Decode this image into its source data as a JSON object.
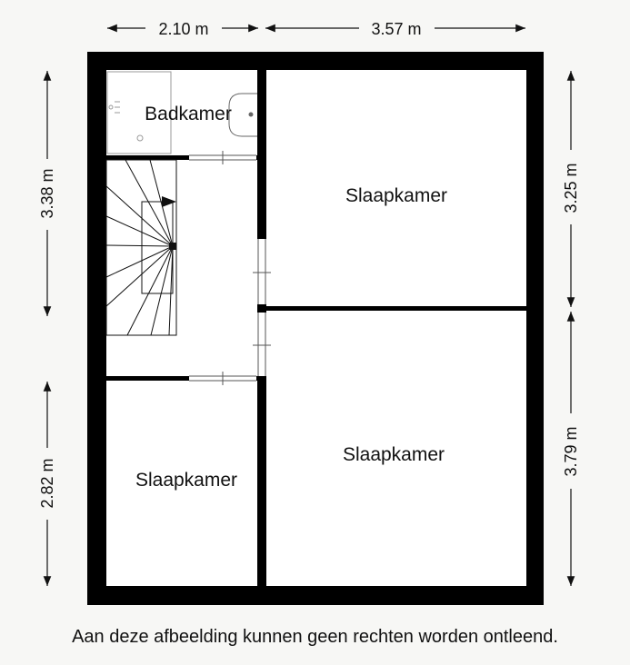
{
  "rooms": {
    "bathroom": "Badkamer",
    "bedroom_top_right": "Slaapkamer",
    "bedroom_bottom_right": "Slaapkamer",
    "bedroom_bottom_left": "Slaapkamer"
  },
  "dimensions": {
    "top_left": "2.10 m",
    "top_right": "3.57 m",
    "left_upper": "3.38 m",
    "left_lower": "2.82 m",
    "right_upper": "3.25 m",
    "right_lower": "3.79 m"
  },
  "footer": {
    "disclaimer": "Aan deze afbeelding kunnen geen rechten worden ontleend."
  },
  "colors": {
    "wall": "#000000",
    "floor": "#ffffff",
    "background": "#f7f7f5",
    "fixture": "#9a9a9a"
  }
}
